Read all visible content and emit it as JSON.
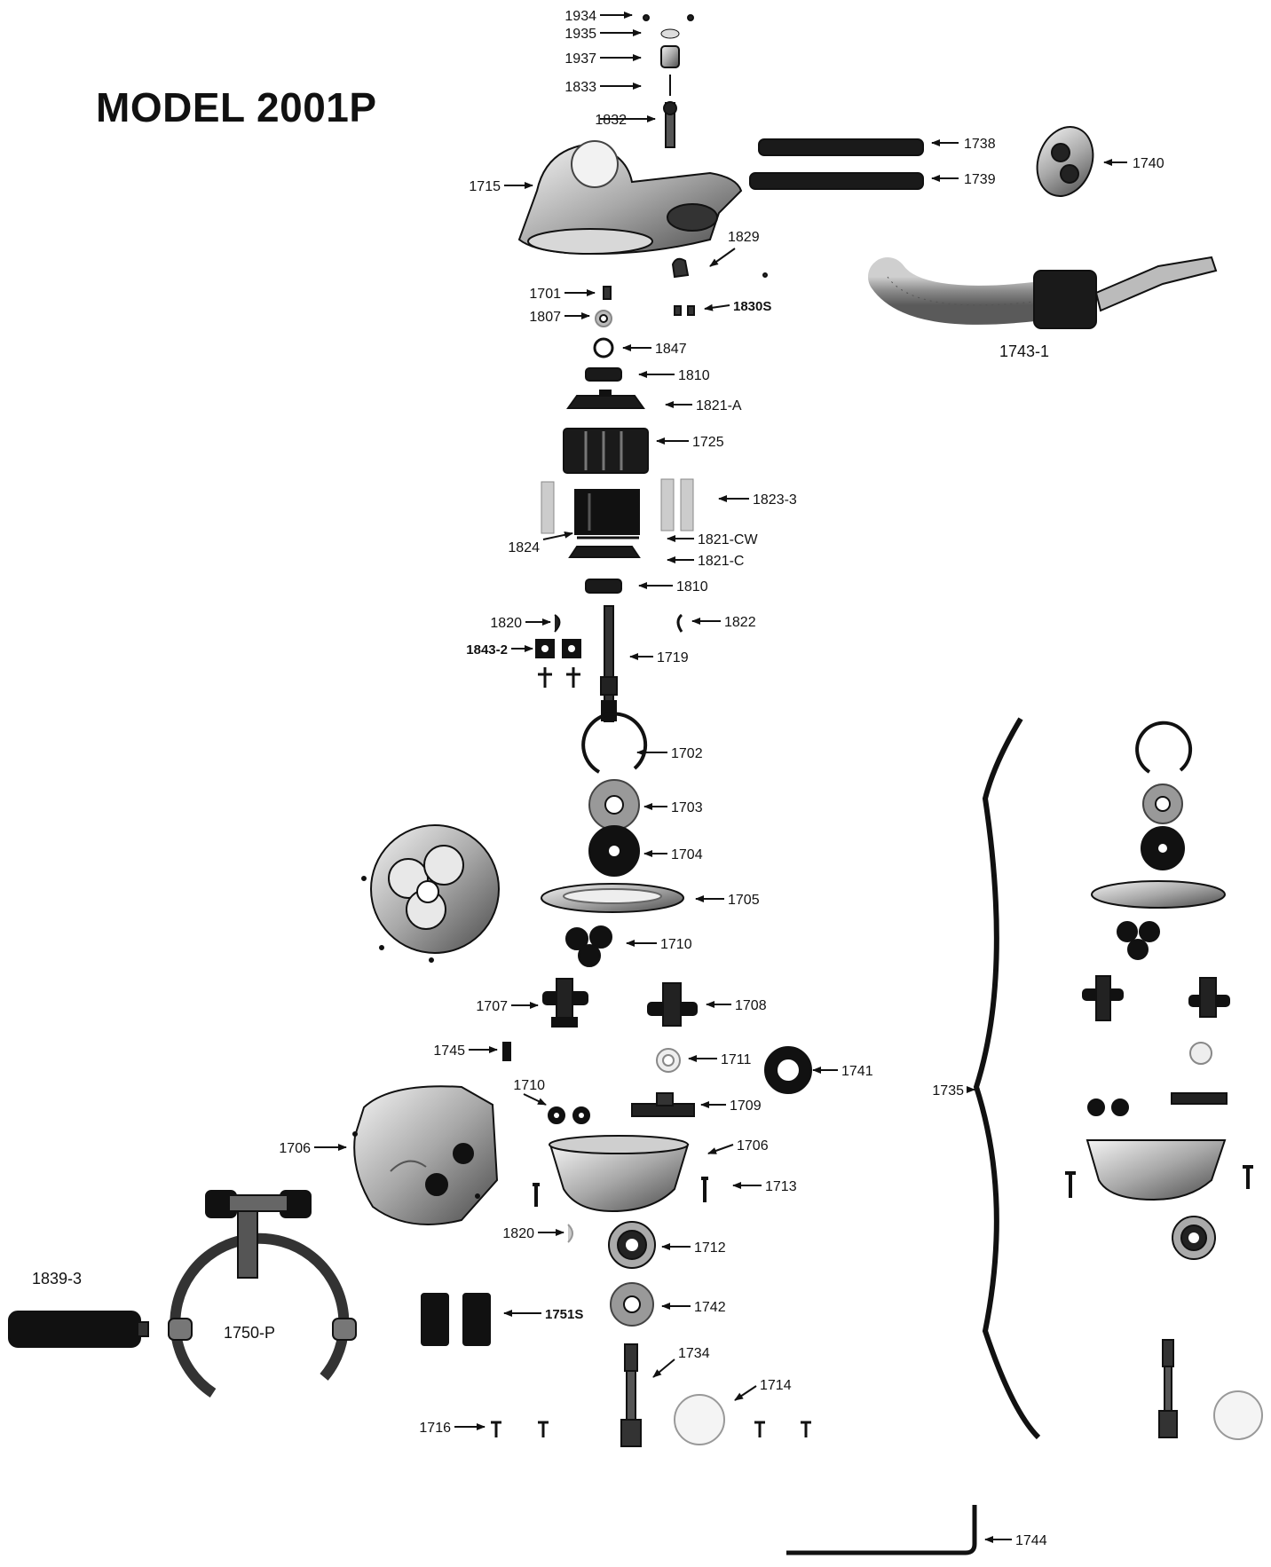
{
  "title": "MODEL 2001P",
  "labels": {
    "p1934": "1934",
    "p1935": "1935",
    "p1937": "1937",
    "p1833": "1833",
    "p1832": "1832",
    "p1738": "1738",
    "p1739": "1739",
    "p1740": "1740",
    "p1715": "1715",
    "p1829": "1829",
    "p1743_1": "1743-1",
    "p1701": "1701",
    "p1830S": "1830S",
    "p1807": "1807",
    "p1847": "1847",
    "p1810a": "1810",
    "p1821A": "1821-A",
    "p1725": "1725",
    "p1823_3": "1823-3",
    "p1824": "1824",
    "p1821CW": "1821-CW",
    "p1821C": "1821-C",
    "p1810b": "1810",
    "p1820a": "1820",
    "p1822": "1822",
    "p1843_2": "1843-2",
    "p1719": "1719",
    "p1702": "1702",
    "p1703": "1703",
    "p1704": "1704",
    "p1705": "1705",
    "p1710a": "1710",
    "p1707": "1707",
    "p1708": "1708",
    "p1745": "1745",
    "p1711": "1711",
    "p1741": "1741",
    "p1710b": "1710",
    "p1709": "1709",
    "p1706a": "1706",
    "p1706b": "1706",
    "p1713": "1713",
    "p1735": "1735",
    "p1820b": "1820",
    "p1712": "1712",
    "p1839_3": "1839-3",
    "p1750P": "1750-P",
    "p1751S": "1751S",
    "p1742": "1742",
    "p1734": "1734",
    "p1714": "1714",
    "p1716": "1716",
    "p1744": "1744"
  }
}
